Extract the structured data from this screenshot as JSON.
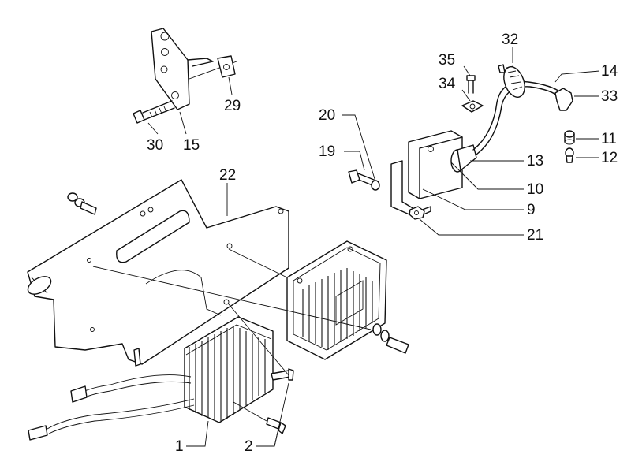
{
  "callouts": [
    {
      "id": "c32",
      "text": "32"
    },
    {
      "id": "c35",
      "text": "35"
    },
    {
      "id": "c14",
      "text": "14"
    },
    {
      "id": "c34",
      "text": "34"
    },
    {
      "id": "c33",
      "text": "33"
    },
    {
      "id": "c20",
      "text": "20"
    },
    {
      "id": "c11",
      "text": "11"
    },
    {
      "id": "c19",
      "text": "19"
    },
    {
      "id": "c13",
      "text": "13"
    },
    {
      "id": "c12",
      "text": "12"
    },
    {
      "id": "c10",
      "text": "10"
    },
    {
      "id": "c9",
      "text": "9"
    },
    {
      "id": "c21",
      "text": "21"
    },
    {
      "id": "c29",
      "text": "29"
    },
    {
      "id": "c30",
      "text": "30"
    },
    {
      "id": "c15",
      "text": "15"
    },
    {
      "id": "c22",
      "text": "22"
    },
    {
      "id": "c1",
      "text": "1"
    },
    {
      "id": "c2",
      "text": "2"
    }
  ]
}
